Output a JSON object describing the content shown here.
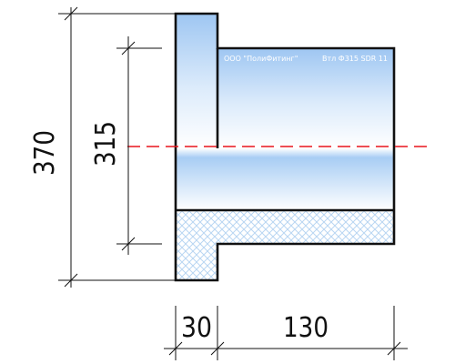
{
  "dimensions": {
    "overall_diameter": "370",
    "pipe_diameter": "315",
    "flange_length": "30",
    "spigot_length": "130"
  },
  "marking": {
    "manufacturer": "ООО \"ПолиФитинг\"",
    "spec": "Втл Ф315 SDR 11"
  },
  "colors": {
    "outline": "#111111",
    "body_gradient_top": "#a9cdf5",
    "body_gradient_bottom": "#ffffff",
    "axis_line": "#e8141b",
    "hatch": "#b9d6f2"
  }
}
